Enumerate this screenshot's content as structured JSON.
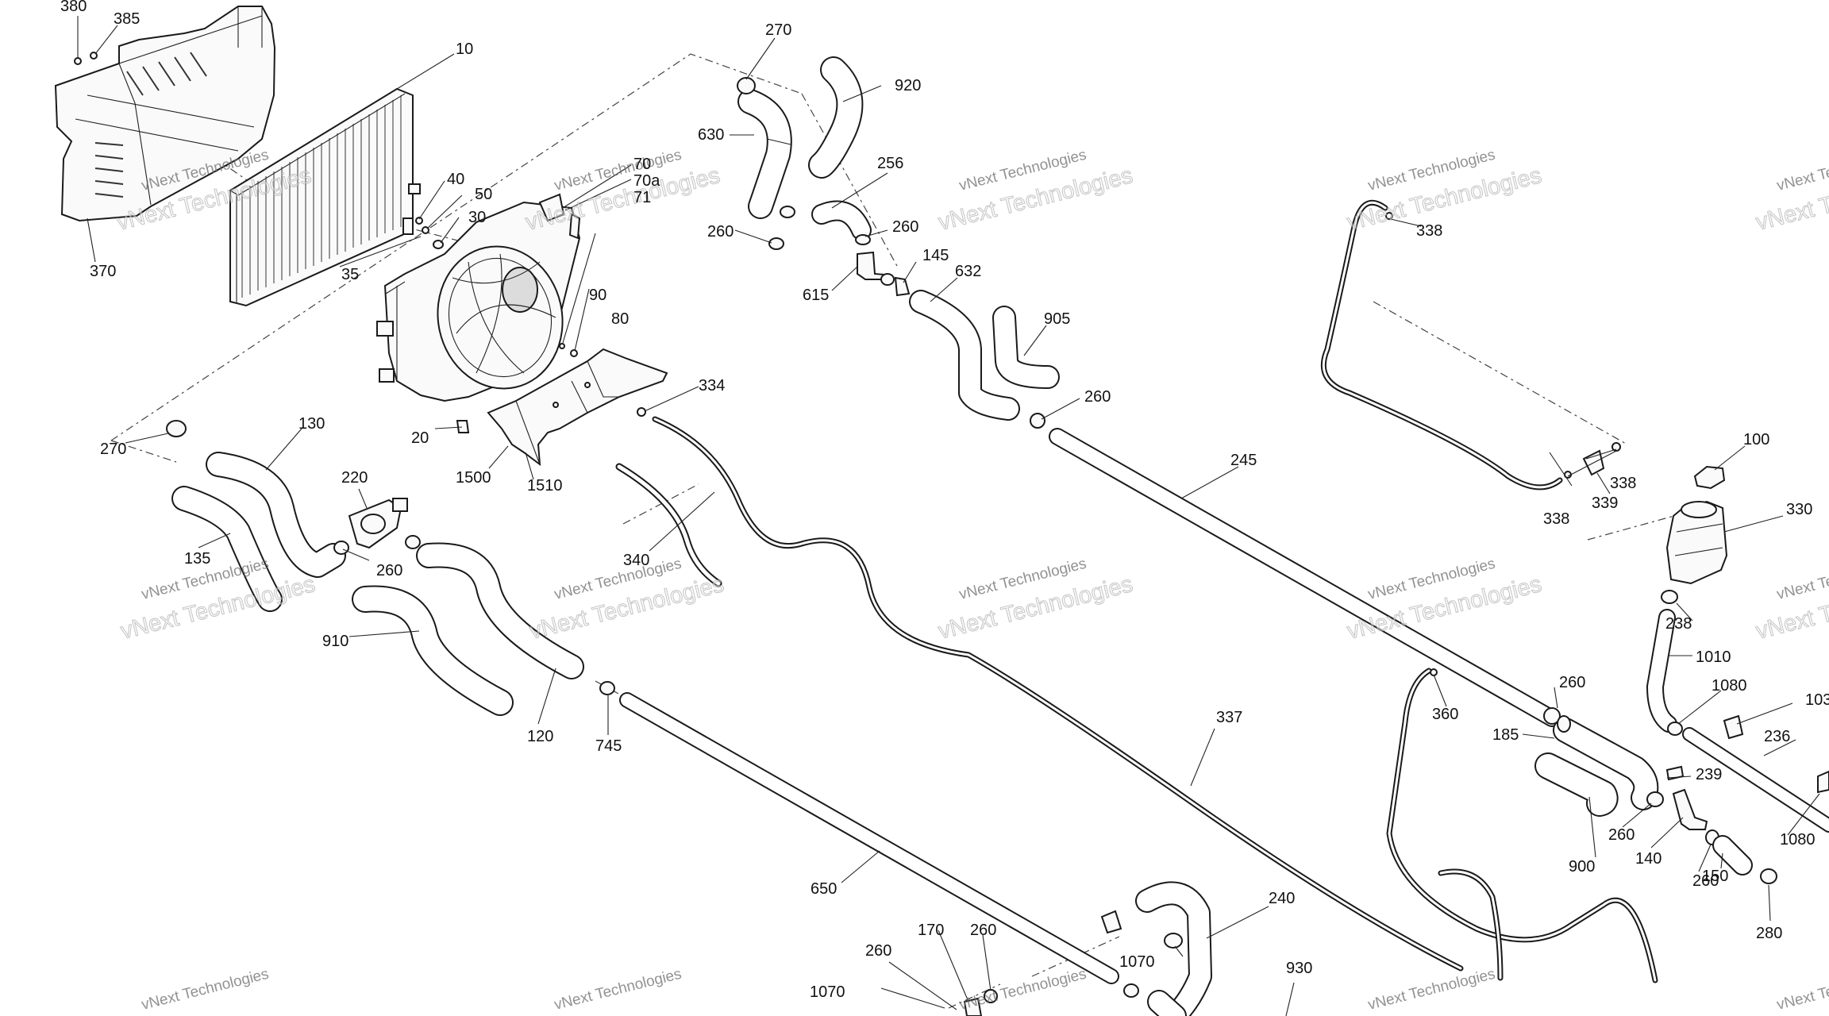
{
  "diagram": {
    "watermark": {
      "line1": "vNext Technologies",
      "line2": "vNext Technologies"
    },
    "callouts": [
      {
        "id": "c380",
        "text": "380"
      },
      {
        "id": "c385",
        "text": "385"
      },
      {
        "id": "c10",
        "text": "10"
      },
      {
        "id": "c370",
        "text": "370"
      },
      {
        "id": "c35",
        "text": "35"
      },
      {
        "id": "c40",
        "text": "40"
      },
      {
        "id": "c50",
        "text": "50"
      },
      {
        "id": "c30",
        "text": "30"
      },
      {
        "id": "c70",
        "text": "70"
      },
      {
        "id": "c70a",
        "text": "70a"
      },
      {
        "id": "c71",
        "text": "71"
      },
      {
        "id": "c90",
        "text": "90"
      },
      {
        "id": "c80",
        "text": "80"
      },
      {
        "id": "c334",
        "text": "334"
      },
      {
        "id": "c20",
        "text": "20"
      },
      {
        "id": "c1500",
        "text": "1500"
      },
      {
        "id": "c1510",
        "text": "1510"
      },
      {
        "id": "c270a",
        "text": "270"
      },
      {
        "id": "c270b",
        "text": "270"
      },
      {
        "id": "c920",
        "text": "920"
      },
      {
        "id": "c630",
        "text": "630"
      },
      {
        "id": "c256",
        "text": "256"
      },
      {
        "id": "c260a",
        "text": "260"
      },
      {
        "id": "c260b",
        "text": "260"
      },
      {
        "id": "c145",
        "text": "145"
      },
      {
        "id": "c615",
        "text": "615"
      },
      {
        "id": "c632",
        "text": "632"
      },
      {
        "id": "c905",
        "text": "905"
      },
      {
        "id": "c260c",
        "text": "260"
      },
      {
        "id": "c245",
        "text": "245"
      },
      {
        "id": "c130",
        "text": "130"
      },
      {
        "id": "c220",
        "text": "220"
      },
      {
        "id": "c135",
        "text": "135"
      },
      {
        "id": "c260d",
        "text": "260"
      },
      {
        "id": "c910",
        "text": "910"
      },
      {
        "id": "c120",
        "text": "120"
      },
      {
        "id": "c745",
        "text": "745"
      },
      {
        "id": "c340",
        "text": "340"
      },
      {
        "id": "c337",
        "text": "337"
      },
      {
        "id": "c650",
        "text": "650"
      },
      {
        "id": "c338a",
        "text": "338"
      },
      {
        "id": "c338b",
        "text": "338"
      },
      {
        "id": "c338c",
        "text": "338"
      },
      {
        "id": "c339",
        "text": "339"
      },
      {
        "id": "c100",
        "text": "100"
      },
      {
        "id": "c330",
        "text": "330"
      },
      {
        "id": "c238",
        "text": "238"
      },
      {
        "id": "c1010",
        "text": "1010"
      },
      {
        "id": "c1080a",
        "text": "1080"
      },
      {
        "id": "c103",
        "text": "103"
      },
      {
        "id": "c236",
        "text": "236"
      },
      {
        "id": "c239",
        "text": "239"
      },
      {
        "id": "c1080b",
        "text": "1080"
      },
      {
        "id": "c360",
        "text": "360"
      },
      {
        "id": "c260e",
        "text": "260"
      },
      {
        "id": "c185",
        "text": "185"
      },
      {
        "id": "c900",
        "text": "900"
      },
      {
        "id": "c260f",
        "text": "260"
      },
      {
        "id": "c140",
        "text": "140"
      },
      {
        "id": "c260g",
        "text": "260"
      },
      {
        "id": "c150",
        "text": "150"
      },
      {
        "id": "c280",
        "text": "280"
      },
      {
        "id": "c240",
        "text": "240"
      },
      {
        "id": "c170",
        "text": "170"
      },
      {
        "id": "c260h",
        "text": "260"
      },
      {
        "id": "c260i",
        "text": "260"
      },
      {
        "id": "c1070a",
        "text": "1070"
      },
      {
        "id": "c1070b",
        "text": "1070"
      },
      {
        "id": "c930",
        "text": "930"
      }
    ]
  }
}
